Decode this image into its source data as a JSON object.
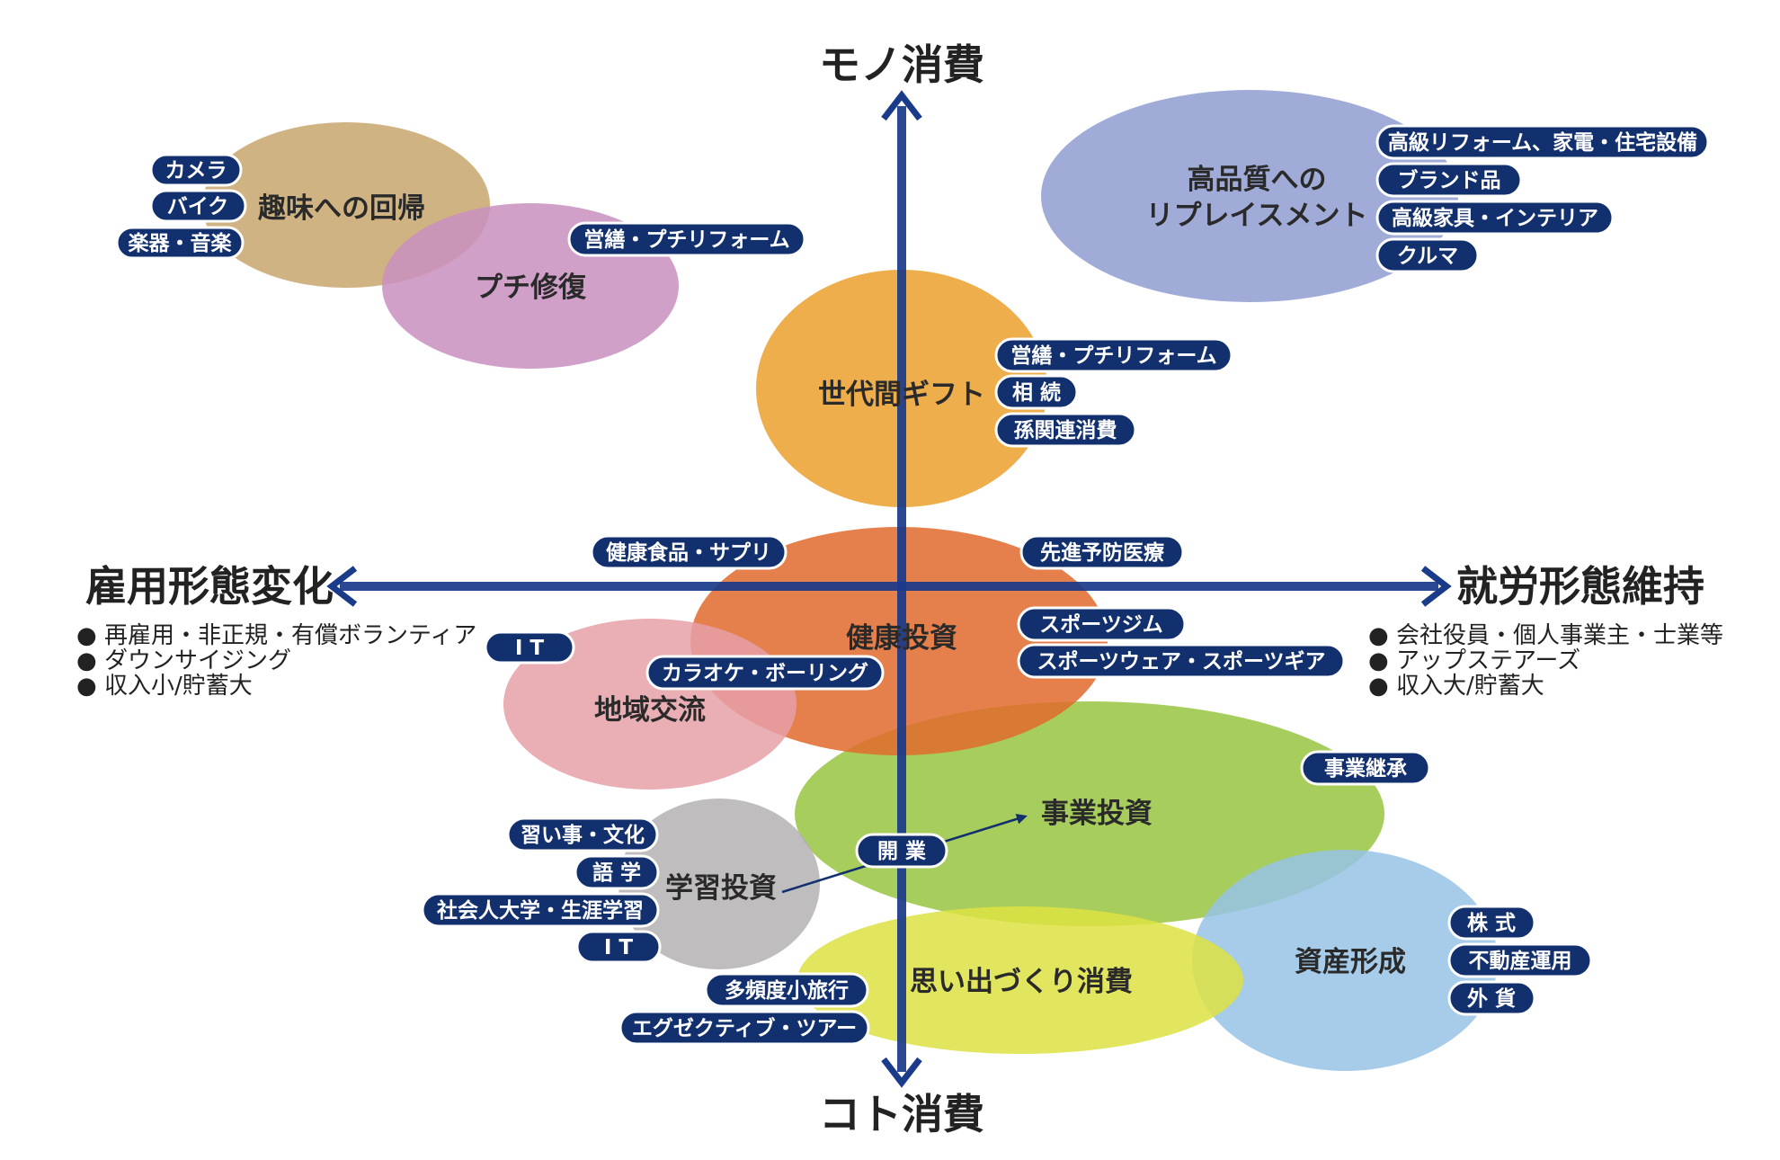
{
  "axes": {
    "top": "モノ消費",
    "bottom": "コト消費",
    "left": "雇用形態変化",
    "right": "就労形態維持",
    "left_notes": [
      "● 再雇用・非正規・有償ボランティア",
      "● ダウンサイジング",
      "● 収入小/貯蓄大"
    ],
    "right_notes": [
      "● 会社役員・個人事業主・士業等",
      "● アップステアーズ",
      "● 収入大/貯蓄大"
    ]
  },
  "clusters": {
    "hobby": {
      "label": "趣味への回帰",
      "color": "#c8a66d",
      "tags": [
        "カメラ",
        "バイク",
        "楽器・音楽"
      ]
    },
    "petit_repair": {
      "label": "プチ修復",
      "color": "#c98fc0",
      "tags": [
        "営繕・プチリフォーム"
      ]
    },
    "replacement": {
      "label_lines": [
        "高品質への",
        "リプレイスメント"
      ],
      "color": "#8f9ed0",
      "tags": [
        "高級リフォーム、家電・住宅設備",
        "ブランド品",
        "高級家具・インテリア",
        "クルマ"
      ]
    },
    "gift": {
      "label": "世代間ギフト",
      "color": "#eba02c",
      "tags": [
        "営繕・プチリフォーム",
        "相 続",
        "孫関連消費"
      ]
    },
    "health": {
      "label": "健康投資",
      "color": "#e06a2d",
      "tags": [
        "健康食品・サプリ",
        "先進予防医療",
        "スポーツジム",
        "スポーツウェア・スポーツギア"
      ]
    },
    "community": {
      "label": "地域交流",
      "color": "#e6a0a8",
      "tags": [
        "I T",
        "カラオケ・ボーリング"
      ]
    },
    "business": {
      "label": "事業投資",
      "color": "#98c441",
      "tags": [
        "事業継承",
        "開 業"
      ]
    },
    "learning": {
      "label": "学習投資",
      "color": "#b5b1b3",
      "tags": [
        "習い事・文化",
        "語 学",
        "社会人大学・生涯学習",
        "I T"
      ]
    },
    "memory": {
      "label": "思い出づくり消費",
      "color": "#dde242",
      "tags": [
        "多頻度小旅行",
        "エグゼクティブ・ツアー"
      ]
    },
    "assets": {
      "label": "資産形成",
      "color": "#97c3e6",
      "tags": [
        "株 式",
        "不動産運用",
        "外 貨"
      ]
    }
  },
  "colors": {
    "axis": "#1a3a8a",
    "tag": "#12306e"
  }
}
